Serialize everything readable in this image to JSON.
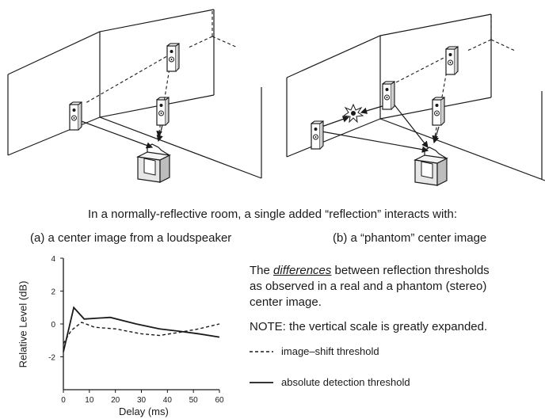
{
  "caption": "In a normally-reflective room, a single added “reflection” interacts with:",
  "label_a": "(a) a center image from a loudspeaker",
  "label_b": "(b) a “phantom” center image",
  "note": {
    "prefix": "The ",
    "emphasis": "differences",
    "suffix": " between reflection thresholds",
    "line2": "as observed in a real and a phantom (stereo)",
    "line3": "center image.",
    "line4": "NOTE: the vertical scale is greatly expanded."
  },
  "icons": [
    "loudspeaker-icon",
    "listener-chair-icon",
    "reflection-starburst-icon"
  ],
  "chart_data": {
    "type": "line",
    "xlabel": "Delay (ms)",
    "ylabel": "Relative Level (dB)",
    "xlim": [
      0,
      60
    ],
    "ylim": [
      -4,
      4
    ],
    "xticks": [
      0,
      10,
      20,
      30,
      40,
      50,
      60
    ],
    "yticks": [
      4,
      2,
      0,
      -2
    ],
    "series": [
      {
        "name": "image–shift threshold",
        "style": "dashed",
        "x": [
          0,
          3,
          7,
          12,
          20,
          30,
          37,
          45,
          52,
          60
        ],
        "y": [
          -1.2,
          -0.4,
          0.1,
          -0.2,
          -0.3,
          -0.6,
          -0.7,
          -0.5,
          -0.3,
          0.0
        ]
      },
      {
        "name": "absolute detection threshold",
        "style": "solid",
        "x": [
          0,
          4,
          8,
          18,
          28,
          37,
          45,
          52,
          60
        ],
        "y": [
          -1.7,
          1.0,
          0.3,
          0.4,
          0.0,
          -0.3,
          -0.45,
          -0.6,
          -0.8
        ]
      }
    ]
  }
}
